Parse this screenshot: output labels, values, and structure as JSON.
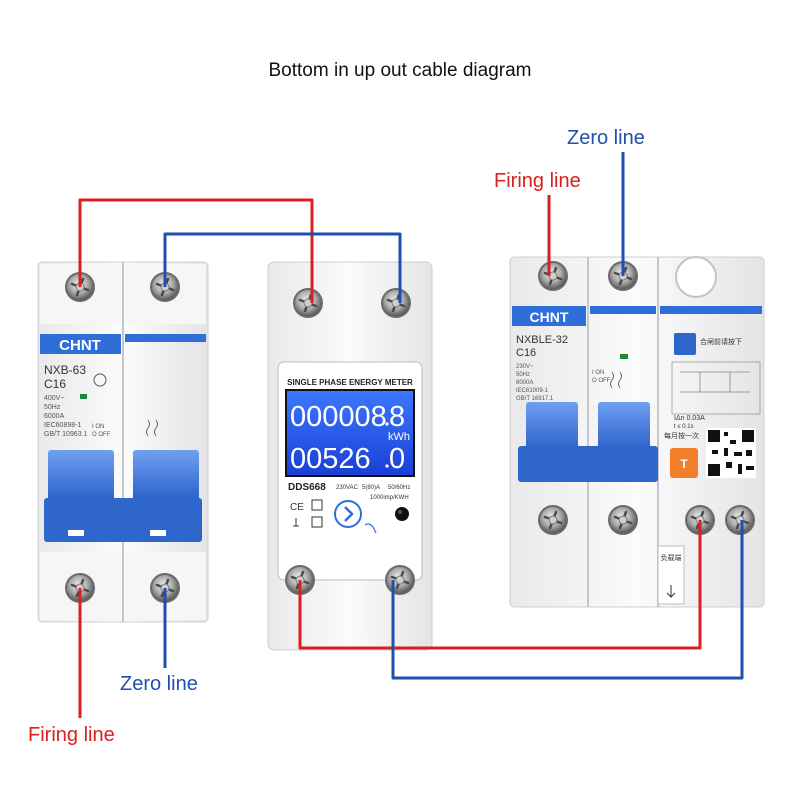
{
  "title": "Bottom in up out cable diagram",
  "labels": {
    "zero_line_top": "Zero line",
    "firing_line_top": "Firing line",
    "zero_line_bottom": "Zero line",
    "firing_line_bottom": "Firing line"
  },
  "colors": {
    "firing_wire": "#d92020",
    "zero_wire": "#1f4fb0",
    "device_blue": "#2f6ed8",
    "lcd_blue": "#1b3ed8"
  },
  "breaker_left": {
    "brand": "CHNT",
    "model": "NXB-63",
    "rating": "C16",
    "specs": [
      "400V~",
      "50Hz",
      "6000A",
      "IEC60898-1",
      "GB/T 10963.1"
    ],
    "on_label": "I ON",
    "off_label": "O OFF"
  },
  "meter": {
    "header": "SINGLE PHASE ENERGY METER",
    "reading_top": "000008",
    "reading_top_decimal": "8",
    "unit": "kWh",
    "reading_bottom": "00526",
    "reading_bottom_decimal": "0",
    "model": "DDS668",
    "voltage": "230VAC",
    "current": "5(80)A",
    "frequency": "50/60Hz",
    "impulse": "1000imp/KWH",
    "ce_mark": "CE"
  },
  "breaker_right": {
    "brand": "CHNT",
    "model": "NXBLE-32",
    "rating": "C16",
    "specs": [
      "230V~",
      "50Hz",
      "6000A",
      "IEC61009-1",
      "GB/T 16917.1"
    ],
    "on_label": "I ON",
    "off_label": "O OFF",
    "cn_reset": "合闸前请按下",
    "cn_test": "每月按一次",
    "test_button": "T",
    "leakage": "IΔn 0.03A",
    "trip_time": "t ≤ 0.1s",
    "load_side": "负载端"
  }
}
